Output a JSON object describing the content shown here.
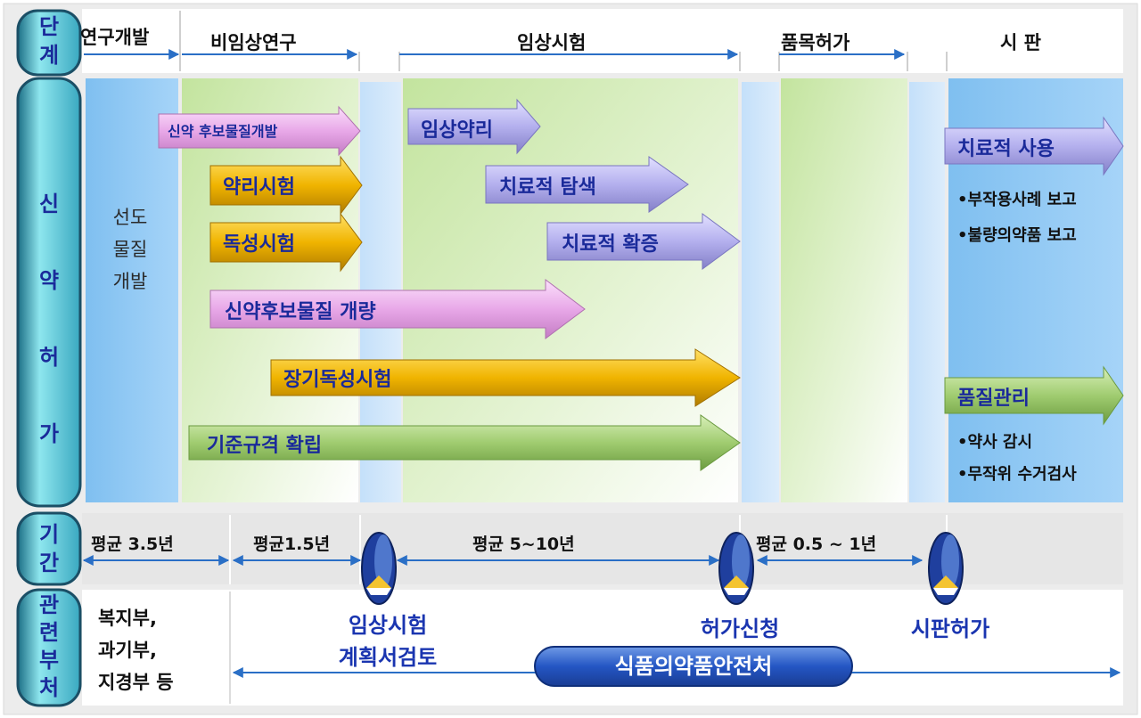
{
  "row_labels": {
    "stage": "단계",
    "process": "신약허가",
    "period": "기간",
    "departments": "관련부처"
  },
  "stages": [
    "연구개발",
    "비임상연구",
    "임상시험",
    "품목허가",
    "시 판"
  ],
  "lead_dev": [
    "선도",
    "물질",
    "개발"
  ],
  "arrows": {
    "candidate_dev": "신약 후보물질개발",
    "pharmacology": "약리시험",
    "toxicity": "독성시험",
    "candidate_improve": "신약후보물질 개량",
    "long_toxicity": "장기독성시험",
    "spec": "기준규격 확립",
    "clinical_pharm": "임상약리",
    "therapeutic_explore": "치료적 탐색",
    "therapeutic_confirm": "치료적 확증",
    "therapeutic_use": "치료적 사용",
    "quality": "품질관리"
  },
  "market_bullets_1": [
    "•부작용사례 보고",
    "•불량의약품 보고"
  ],
  "market_bullets_2": [
    "•약사 감시",
    "•무작위 수거검사"
  ],
  "periods": [
    "평균 3.5년",
    "평균1.5년",
    "평균 5~10년",
    "평균 0.5 ~ 1년"
  ],
  "milestones": {
    "ind_review": [
      "임상시험",
      "계획서검토"
    ],
    "application": "허가신청",
    "market_approval": "시판허가"
  },
  "departments": [
    "복지부,",
    "과기부,",
    "지경부 등"
  ],
  "agency": "식품의약품안전처",
  "colors": {
    "label_column": "#7fd8e0",
    "blue_band": "#8ec6f2",
    "green_band": "#d2ecb8",
    "gold_arrow": "#e0a800",
    "pink_arrow": "#ecb0ec",
    "lavender_arrow": "#b8b4ee",
    "green_arrow": "#9ec86a",
    "pill": "#1f4fb8",
    "accent_text": "#1a35b0"
  }
}
